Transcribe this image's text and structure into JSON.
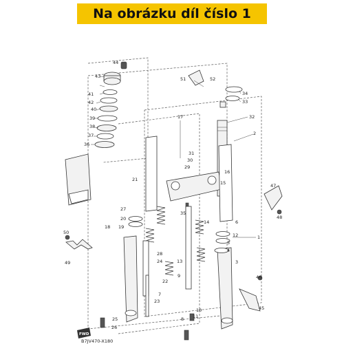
{
  "banner": {
    "text": "Na obrázku díl číslo 1",
    "color": "#f5c400"
  },
  "diagram": {
    "callouts": [
      "1",
      "2",
      "3",
      "4",
      "5",
      "6",
      "7",
      "8",
      "9",
      "10",
      "11",
      "12",
      "13",
      "14",
      "15",
      "16",
      "17",
      "18",
      "19",
      "20",
      "21",
      "22",
      "23",
      "24",
      "25",
      "26",
      "27",
      "28",
      "29",
      "30",
      "31",
      "32",
      "33",
      "34",
      "35",
      "36",
      "37",
      "38",
      "39",
      "40",
      "41",
      "42",
      "43",
      "44",
      "45",
      "46",
      "47",
      "48",
      "49",
      "50",
      "51",
      "52"
    ],
    "badge": "FWD",
    "code": "B7JV470-X180"
  }
}
